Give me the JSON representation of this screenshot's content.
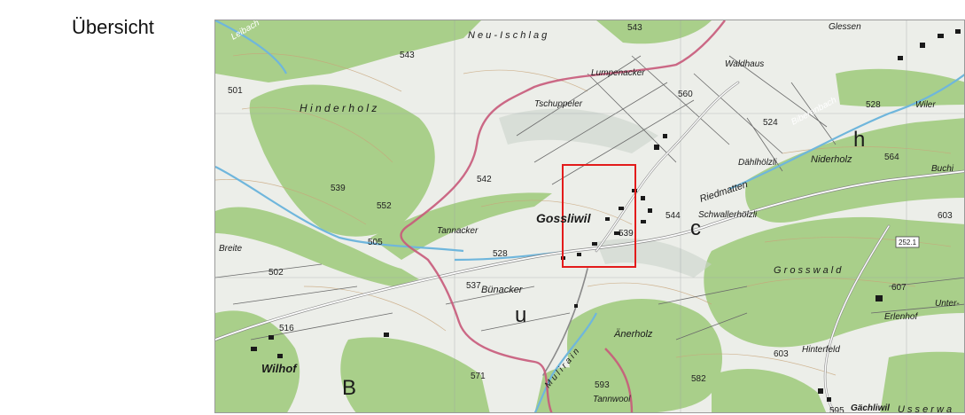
{
  "heading": "Übersicht",
  "map": {
    "colors": {
      "forest": "#a9cf8a",
      "open_land": "#eceee9",
      "boundary": "#c8597a",
      "water": "#6fb6dc",
      "marker": "#e31b1b"
    },
    "regions": {
      "neu_ischlag": "N e u - I s c h l a g",
      "hinderholz": "H i n d e r h o l z",
      "grosswald": "G r o s s w a l d",
      "uesserwald": "U s s e r w a",
      "muliirain": "M u l i r a i n"
    },
    "places": {
      "gossliwil": "Gossliwil",
      "lumpenacker": "Lumpenacker",
      "waldhaus": "Waldhaus",
      "glessen": "Glessen",
      "tschuppeler": "Tschuppeler",
      "dahlhoelzli": "Dählhölzli",
      "niderholz": "Niderholz",
      "buchi": "Buchi",
      "wiler": "Wiler",
      "riedmatten": "Riedmatten",
      "schwallerhoelzli": "Schwallerhölzli",
      "tannacker": "Tannacker",
      "breite": "Breite",
      "buenacker": "Bünacker",
      "anerholz": "Änerholz",
      "hinterfeld": "Hinterfeld",
      "erlenhof": "Erlenhof",
      "unter": "Unter-",
      "wilhof": "Wilhof",
      "tannwool": "Tannwool",
      "gaechliwil": "Gächliwil"
    },
    "water": {
      "leibach": "Leibach",
      "biberenbach": "Biberenbach"
    },
    "elevations": {
      "e543a": "543",
      "e543b": "543",
      "e501": "501",
      "e560": "560",
      "e524": "524",
      "e528a": "528",
      "e564": "564",
      "e539a": "539",
      "e552": "552",
      "e542": "542",
      "e544": "544",
      "e539b": "539",
      "e603a": "603",
      "e505": "505",
      "e528b": "528",
      "e502": "502",
      "e537": "537",
      "e607": "607",
      "e516": "516",
      "e571": "571",
      "e593": "593",
      "e582": "582",
      "e603b": "603",
      "e595": "595"
    },
    "road_number": "252.1",
    "letters": {
      "h": "h",
      "c": "c",
      "u": "u",
      "b": "B"
    }
  }
}
